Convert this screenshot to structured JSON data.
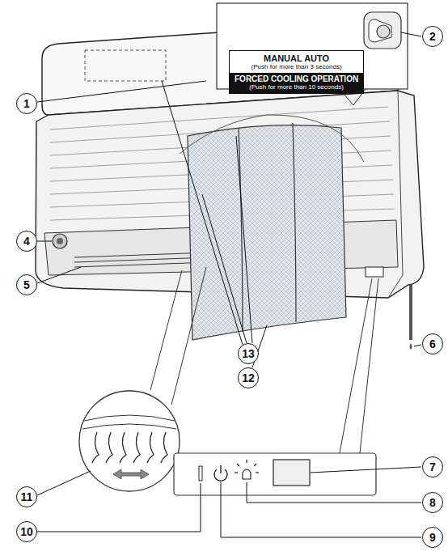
{
  "diagram": {
    "nodes": [
      {
        "text": [
          "2"
        ]
      },
      {
        "text": [
          "MANUAL AUTO",
          "(Push for more than 3 seconds)"
        ]
      },
      {
        "text": [
          "FORCED COOLING OPERATION",
          "(Push for more than 10 seconds)"
        ],
        "in": 1
      },
      {
        "text": [
          "1"
        ]
      },
      {
        "text": [
          "4"
        ]
      },
      {
        "text": [
          "5"
        ]
      },
      {
        "text": [
          "6"
        ]
      },
      {
        "text": [
          "13"
        ]
      },
      {
        "text": [
          "12"
        ]
      },
      {
        "text": [
          "7"
        ]
      },
      {
        "text": [
          "11"
        ]
      },
      {
        "text": [
          "8"
        ]
      },
      {
        "text": [
          "10"
        ]
      },
      {
        "text": [
          "9"
        ]
      }
    ]
  }
}
